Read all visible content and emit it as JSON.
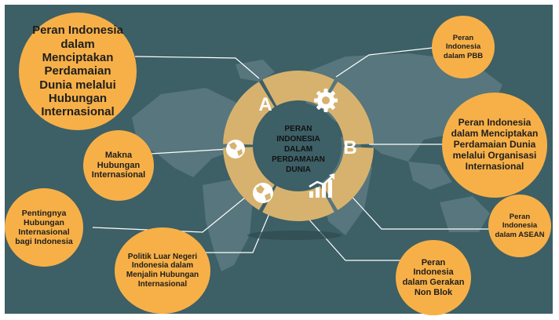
{
  "center": {
    "title": "PERAN INDONESIA DALAM PERDAMAIAN DUNIA"
  },
  "segments": {
    "a": "A",
    "b": "B"
  },
  "bubbles": {
    "main_left": "Peran Indonesia dalam Menciptakan Perdamaian Dunia melalui Hubungan Internasional",
    "makna": "Makna Hubungan Internasional",
    "pentingnya": "Pentingnya Hubungan Internasional bagi Indonesia",
    "politik": "Politik Luar Negeri Indonesia dalam Menjalin Hubungan Internasional",
    "pbb": "Peran Indonesia dalam PBB",
    "main_right": "Peran Indonesia dalam Menciptakan Perdamaian Dunia melalui Organisasi Internasional",
    "asean": "Peran Indonesia dalam ASEAN",
    "nonblok": "Peran Indonesia dalam Gerakan Non Blok"
  },
  "icons": [
    "gear-icon",
    "globe-icon",
    "globe-icon",
    "growth-chart-icon"
  ],
  "colors": {
    "background": "#3d5f66",
    "map": "#57767d",
    "bubble": "#f7b047",
    "ring": "#d7b26e",
    "center": "#3d5f66"
  }
}
